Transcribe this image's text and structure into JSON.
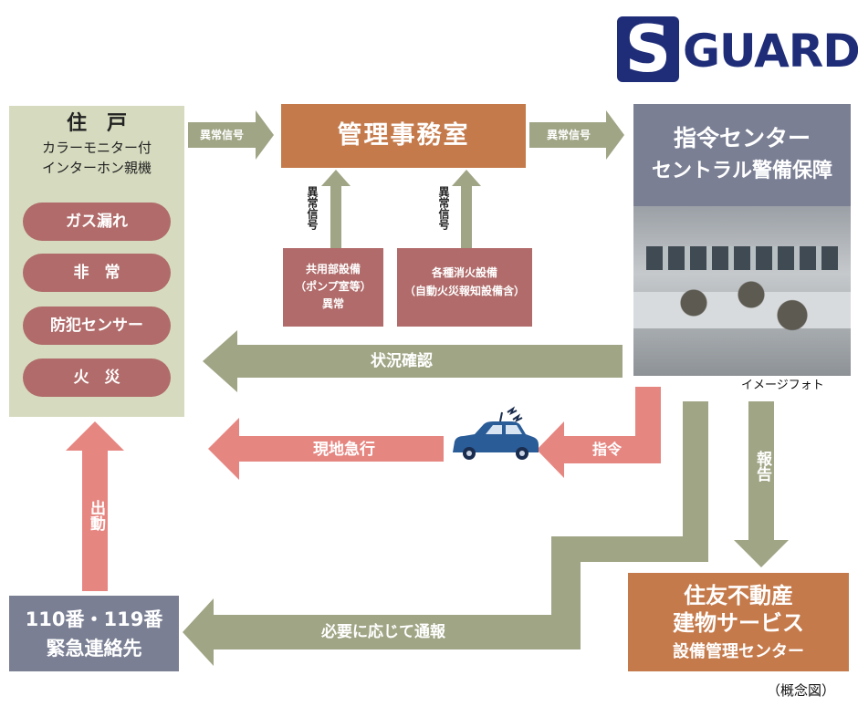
{
  "logo": {
    "text": "GUARD",
    "letter": "S"
  },
  "resident": {
    "title": "住　戸",
    "subtitle_line1": "カラーモニター付",
    "subtitle_line2": "インターホン親機",
    "items": [
      "ガス漏れ",
      "非　常",
      "防犯センサー",
      "火　災"
    ]
  },
  "management_office": {
    "title": "管理事務室"
  },
  "command_center": {
    "title_line1": "指令センター",
    "title_line2": "セントラル警備保障"
  },
  "common_equipment": {
    "line1": "共用部設備",
    "line2": "（ポンプ室等）",
    "line3": "異常"
  },
  "fire_equipment": {
    "line1": "各種消火設備",
    "line2": "（自動火災報知設備含）"
  },
  "photo_caption": "イメージフォト",
  "emergency": {
    "line1": "110番・119番",
    "line2": "緊急連絡先"
  },
  "sumitomo": {
    "line1": "住友不動産",
    "line2": "建物サービス",
    "line3": "設備管理センター"
  },
  "arrows": {
    "abnormal_signal": "異常信号",
    "status_check": "状況確認",
    "rush_to_site": "現地急行",
    "command": "指令",
    "report": "報告",
    "dispatch": "出動",
    "notify_if_needed": "必要に応じて通報"
  },
  "footnote": "（概念図）",
  "colors": {
    "green": "#a0a585",
    "orange": "#c57a4b",
    "rose": "#b06b6a",
    "pink": "#e68681",
    "gray": "#7a7f94",
    "navy": "#1f2d78",
    "pale_green": "#d6dbbf"
  }
}
